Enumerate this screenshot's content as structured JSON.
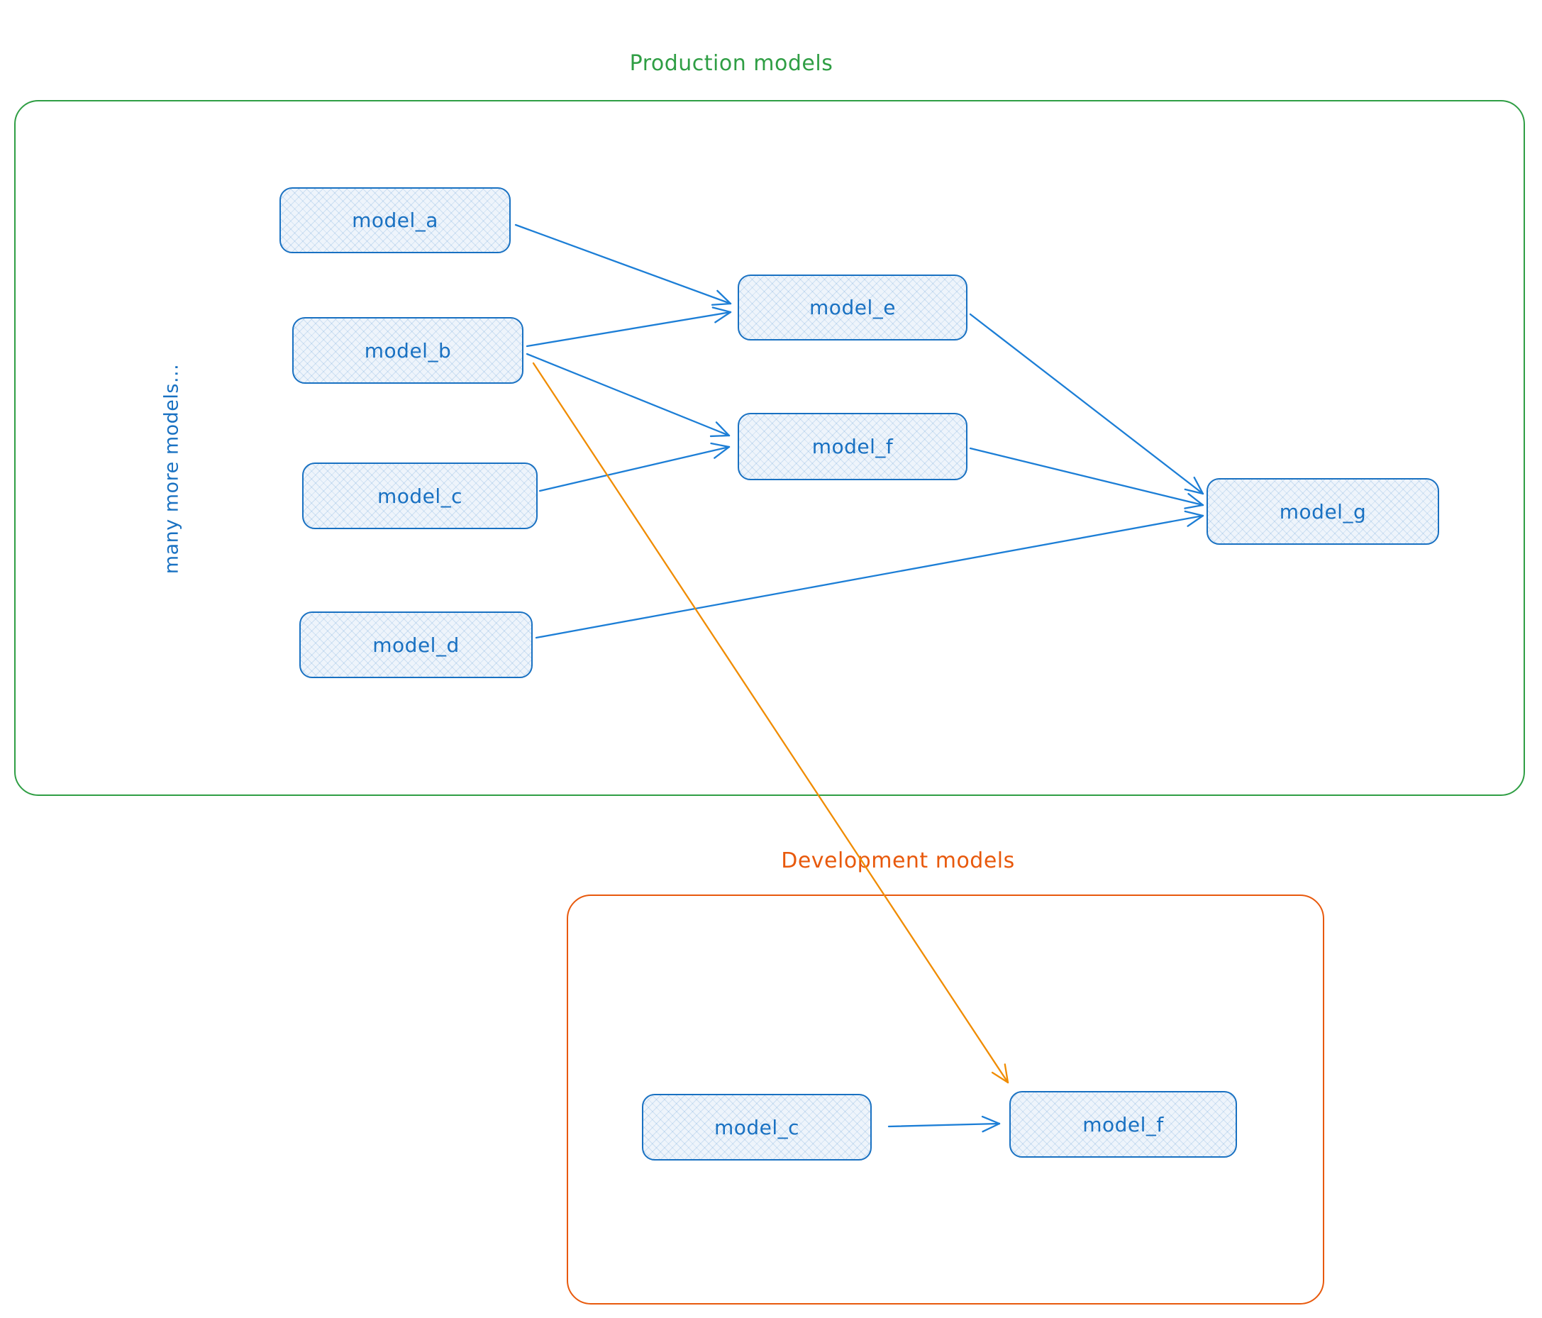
{
  "production": {
    "title": "Production models",
    "side_label": "many more models..."
  },
  "development": {
    "title": "Development models"
  },
  "nodes": {
    "model_a": {
      "label": "model_a"
    },
    "model_b": {
      "label": "model_b"
    },
    "model_c": {
      "label": "model_c"
    },
    "model_d": {
      "label": "model_d"
    },
    "model_e": {
      "label": "model_e"
    },
    "model_f": {
      "label": "model_f"
    },
    "model_g": {
      "label": "model_g"
    },
    "dev_model_c": {
      "label": "model_c"
    },
    "dev_model_f": {
      "label": "model_f"
    }
  },
  "edges": [
    {
      "from": "model_a",
      "to": "model_e",
      "color": "blue"
    },
    {
      "from": "model_b",
      "to": "model_e",
      "color": "blue"
    },
    {
      "from": "model_b",
      "to": "model_f",
      "color": "blue"
    },
    {
      "from": "model_c",
      "to": "model_f",
      "color": "blue"
    },
    {
      "from": "model_d",
      "to": "model_g",
      "color": "blue"
    },
    {
      "from": "model_e",
      "to": "model_g",
      "color": "blue"
    },
    {
      "from": "model_f",
      "to": "model_g",
      "color": "blue"
    },
    {
      "from": "model_b",
      "to": "dev_model_f",
      "color": "orange"
    },
    {
      "from": "dev_model_c",
      "to": "dev_model_f",
      "color": "blue"
    }
  ],
  "colors": {
    "production_border": "#2f9e44",
    "production_title": "#2f9e44",
    "development_border": "#e8590c",
    "development_title": "#e8590c",
    "node_border": "#1971c2",
    "node_fill": "#eef4fb",
    "node_text": "#1971c2",
    "arrow_blue": "#1c7ed6",
    "arrow_orange": "#f08c00"
  }
}
